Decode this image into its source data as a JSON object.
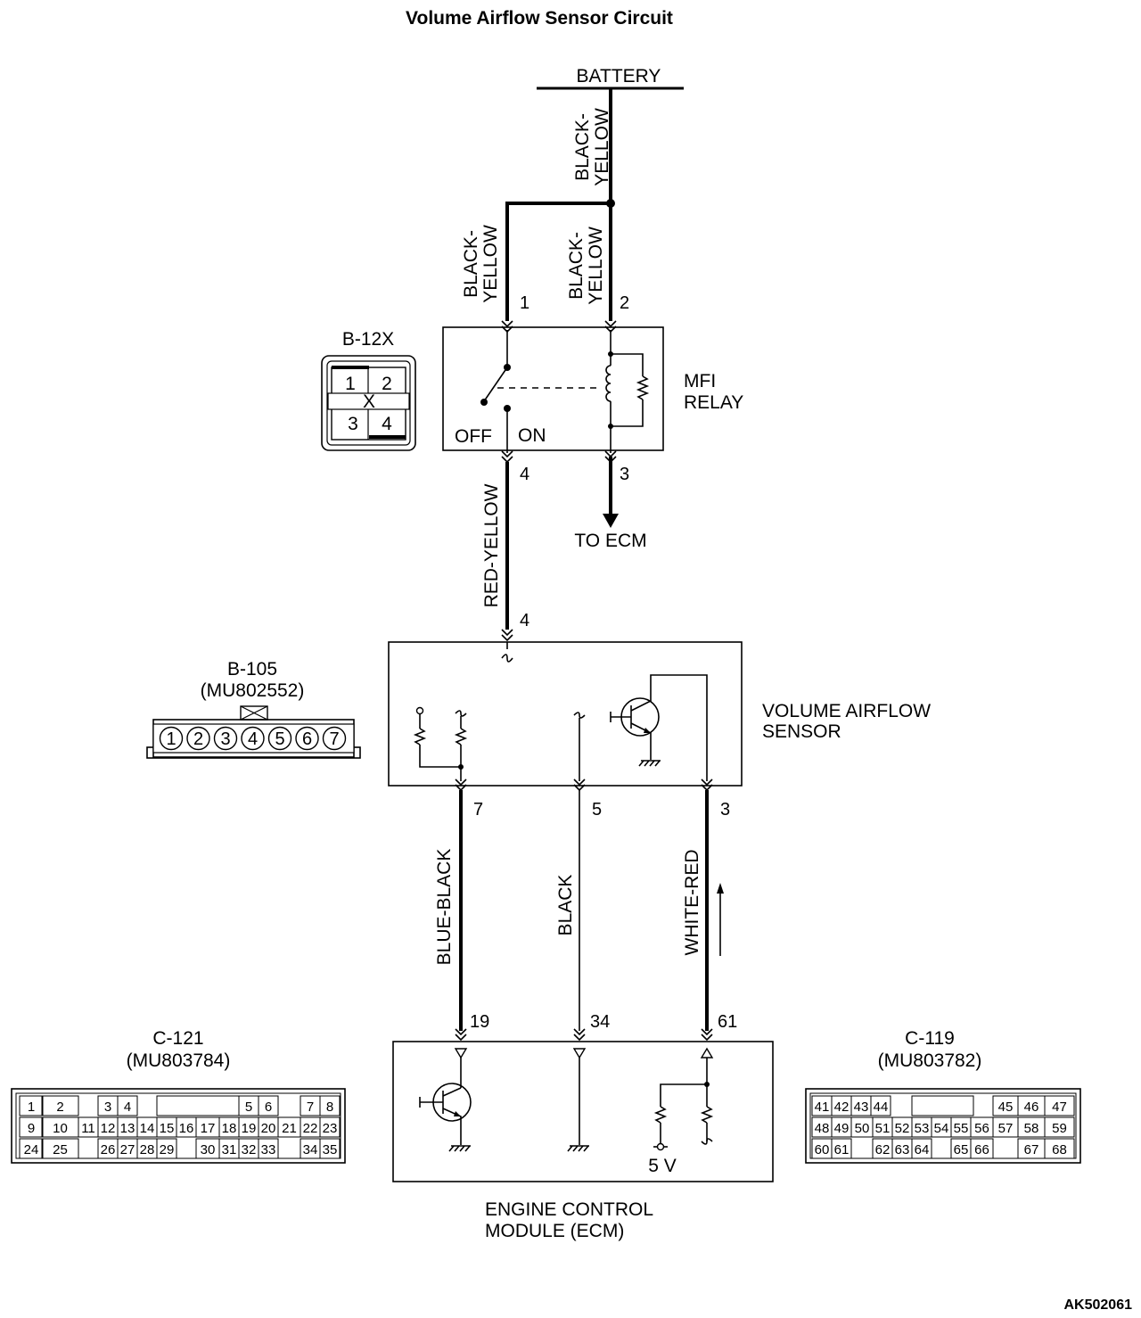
{
  "title": "Volume Airflow Sensor Circuit",
  "battery": "BATTERY",
  "mfi_relay": {
    "label_line1": "MFI",
    "label_line2": "RELAY",
    "connector": "B-12X",
    "off": "OFF",
    "on": "ON",
    "pins": {
      "p1": "1",
      "p2": "2",
      "p3": "3",
      "p4": "4"
    },
    "connector_cells": {
      "c1": "1",
      "c2": "2",
      "c3": "3",
      "c4": "4",
      "x": "X"
    }
  },
  "to_ecm": "TO ECM",
  "sensor": {
    "label_line1": "VOLUME AIRFLOW",
    "label_line2": "SENSOR",
    "connector": "B-105",
    "part": "(MU802552)",
    "pins": {
      "p4": "4",
      "p7": "7",
      "p5": "5",
      "p3": "3"
    },
    "connector_pins": [
      "1",
      "2",
      "3",
      "4",
      "5",
      "6",
      "7"
    ]
  },
  "ecm": {
    "label_line1": "ENGINE CONTROL",
    "label_line2": "MODULE (ECM)",
    "supply": "5 V",
    "pins": {
      "p19": "19",
      "p34": "34",
      "p61": "61"
    }
  },
  "wires": {
    "battery_feed": [
      "BLACK-",
      "YELLOW"
    ],
    "relay_pin1": [
      "BLACK-",
      "YELLOW"
    ],
    "relay_pin2": [
      "BLACK-",
      "YELLOW"
    ],
    "sensor_supply": "RED-YELLOW",
    "blue_black": "BLUE-BLACK",
    "black": "BLACK",
    "white_red": "WHITE-RED"
  },
  "c121": {
    "connector": "C-121",
    "part": "(MU803784)",
    "cells": [
      "1",
      "2",
      "3",
      "4",
      "5",
      "6",
      "7",
      "8",
      "9",
      "10",
      "11",
      "12",
      "13",
      "14",
      "15",
      "16",
      "17",
      "18",
      "19",
      "20",
      "21",
      "22",
      "23",
      "24",
      "25",
      "26",
      "27",
      "28",
      "29",
      "30",
      "31",
      "32",
      "33",
      "34",
      "35"
    ]
  },
  "c119": {
    "connector": "C-119",
    "part": "(MU803782)",
    "cells": [
      "41",
      "42",
      "43",
      "44",
      "45",
      "46",
      "47",
      "48",
      "49",
      "50",
      "51",
      "52",
      "53",
      "54",
      "55",
      "56",
      "57",
      "58",
      "59",
      "60",
      "61",
      "62",
      "63",
      "64",
      "65",
      "66",
      "67",
      "68"
    ]
  },
  "figure_code": "AK502061"
}
